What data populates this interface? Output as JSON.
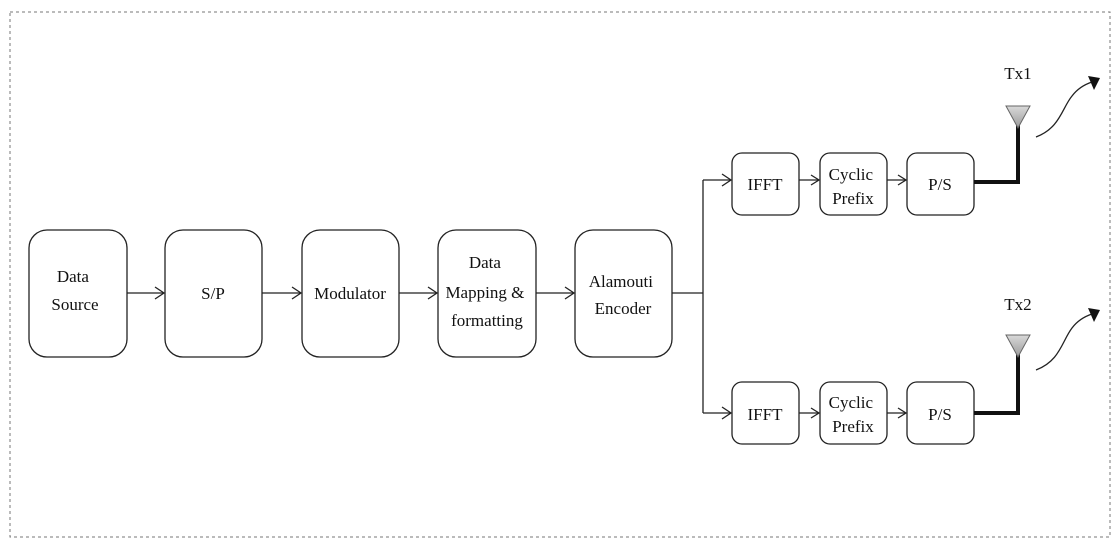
{
  "diagram": {
    "blocks": {
      "data_source": [
        "Data",
        "Source"
      ],
      "sp": [
        "S/P"
      ],
      "modulator": [
        "Modulator"
      ],
      "mapping": [
        "Data",
        "Mapping &",
        "formatting"
      ],
      "alamouti": [
        "Alamouti",
        "Encoder"
      ],
      "ifft1": [
        "IFFT"
      ],
      "cp1": [
        "Cyclic",
        "Prefix"
      ],
      "ps1": [
        "P/S"
      ],
      "ifft2": [
        "IFFT"
      ],
      "cp2": [
        "Cyclic",
        "Prefix"
      ],
      "ps2": [
        "P/S"
      ]
    },
    "antennas": {
      "tx1": "Tx1",
      "tx2": "Tx2"
    }
  }
}
